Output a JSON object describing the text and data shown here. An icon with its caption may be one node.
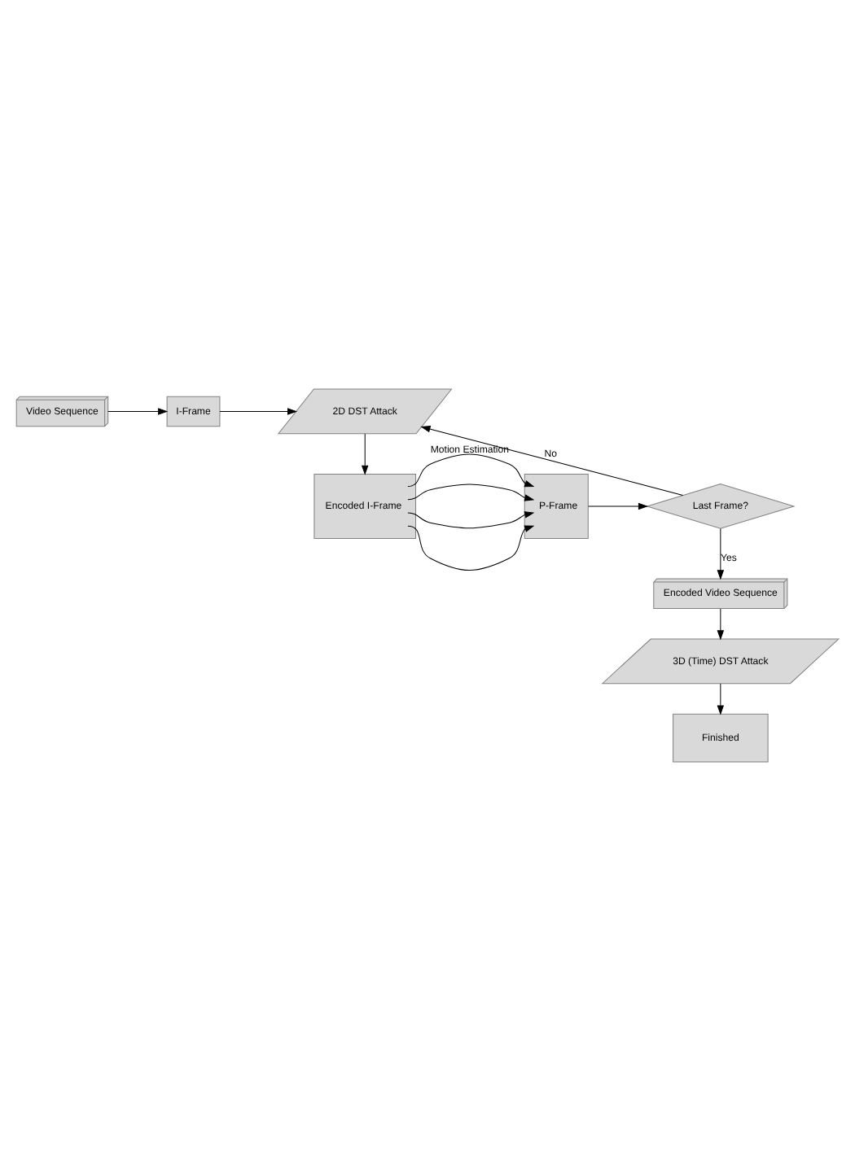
{
  "diagram": {
    "nodes": [
      {
        "text": [
          "Video Sequence"
        ]
      },
      {
        "text": [
          "I-Frame"
        ]
      },
      {
        "text": [
          "2D DST Attack"
        ]
      },
      {
        "text": [
          "Encoded I-Frame"
        ]
      },
      {
        "text": [
          "P-Frame"
        ]
      },
      {
        "text": [
          "Last Frame?"
        ]
      },
      {
        "text": [
          "Encoded Video Sequence"
        ]
      },
      {
        "text": [
          "3D (Time) DST Attack"
        ]
      },
      {
        "text": [
          "Finished"
        ]
      }
    ],
    "edges": [
      {
        "from": 0,
        "to": 1,
        "arrow": "to"
      },
      {
        "from": 1,
        "to": 2,
        "arrow": "to"
      },
      {
        "from": 2,
        "to": 3,
        "arrow": "to"
      },
      {
        "from": 3,
        "to": 4,
        "arrow": "to",
        "label": "Motion Estimation"
      },
      {
        "from": 3,
        "to": 4,
        "arrow": "to"
      },
      {
        "from": 3,
        "to": 4,
        "arrow": "to"
      },
      {
        "from": 3,
        "to": 4,
        "arrow": "to"
      },
      {
        "from": 4,
        "to": 5,
        "arrow": "to"
      },
      {
        "from": 5,
        "to": 2,
        "arrow": "to",
        "label": "No"
      },
      {
        "from": 5,
        "to": 6,
        "arrow": "to",
        "label": "Yes"
      },
      {
        "from": 6,
        "to": 7,
        "arrow": "to"
      },
      {
        "from": 7,
        "to": 8,
        "arrow": "to"
      }
    ]
  }
}
